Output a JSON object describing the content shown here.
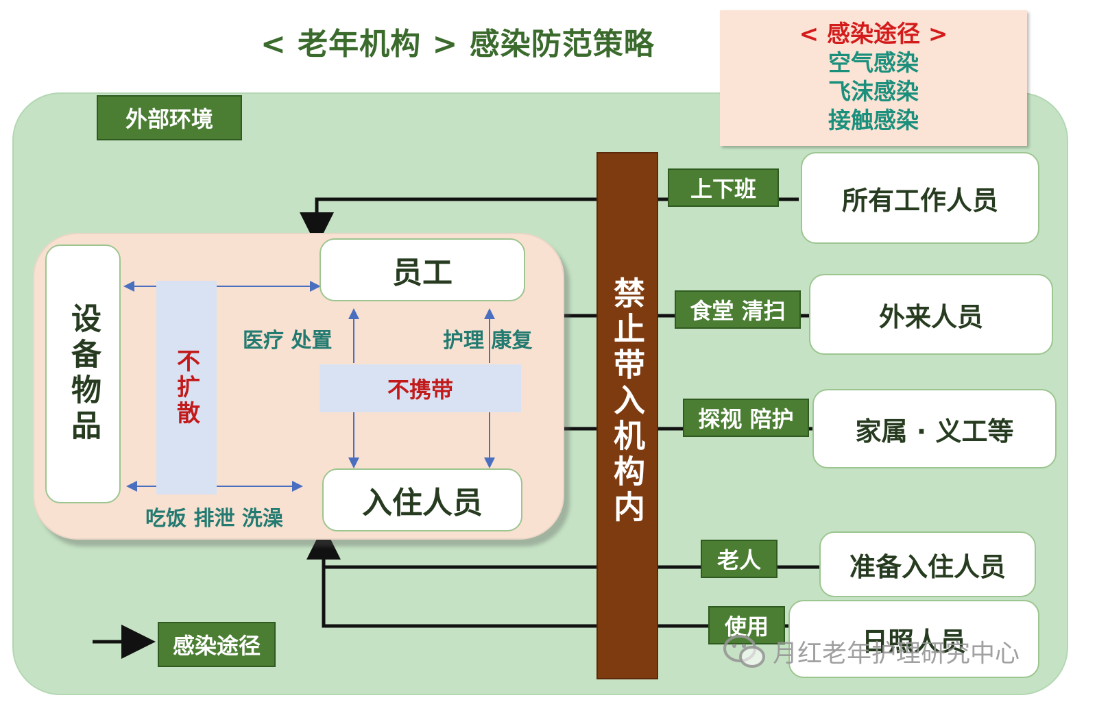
{
  "title": "< 老年机构 > 感染防范策略",
  "routes": {
    "heading": "< 感染途径 >",
    "items": [
      "空气感染",
      "飞沫感染",
      "接触感染"
    ]
  },
  "external_label": "外部环境",
  "legend_label": "感染途径",
  "equipment": "设备物品",
  "staff": "员工",
  "residents": "入住人员",
  "no_spread": "不扩散",
  "no_carry": "不携带",
  "medical": "医疗 处置",
  "nursing": "护理 康复",
  "daily": "吃饭 排泄 洗澡",
  "barrier": "禁止带入机构内",
  "sources": [
    {
      "label": "上下班",
      "box": "所有工作人员"
    },
    {
      "label": "食堂 清扫",
      "box": "外来人员"
    },
    {
      "label": "探视 陪护",
      "box": "家属 · 义工等"
    },
    {
      "label": "老人",
      "box": "准备入住人员"
    },
    {
      "label": "使用",
      "box": "日照人员"
    }
  ],
  "watermark": "月红老年护理研究中心",
  "colors": {
    "green_bg": "#c5e3c4",
    "tag_green": "#4b7e33",
    "pillar_brown": "#7e3b10",
    "inner_peach": "#f9e1d2",
    "red": "#c21a1a",
    "teal": "#227a70"
  }
}
